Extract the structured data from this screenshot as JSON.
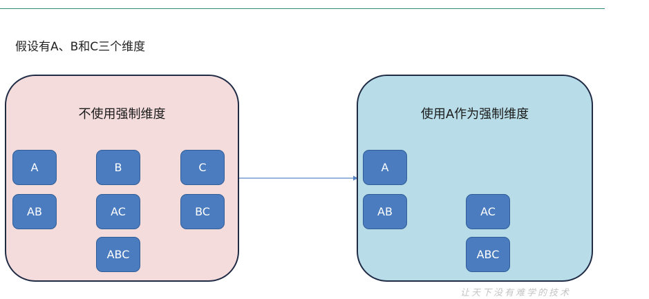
{
  "intro_text": "假设有A、B和C三个维度",
  "left_panel": {
    "title": "不使用强制维度",
    "boxes": {
      "a": "A",
      "b": "B",
      "c": "C",
      "ab": "AB",
      "ac": "AC",
      "bc": "BC",
      "abc": "ABC"
    }
  },
  "right_panel": {
    "title": "使用A作为强制维度",
    "boxes": {
      "a": "A",
      "ab": "AB",
      "ac": "AC",
      "abc": "ABC"
    }
  },
  "watermark": "让天下没有难学的技术",
  "colors": {
    "left_panel_fill": "#f4dcdc",
    "right_panel_fill": "#b8dde8",
    "box_fill": "#4a7cbf",
    "arrow": "#5b86c5",
    "top_rule": "#2e8b7a"
  }
}
